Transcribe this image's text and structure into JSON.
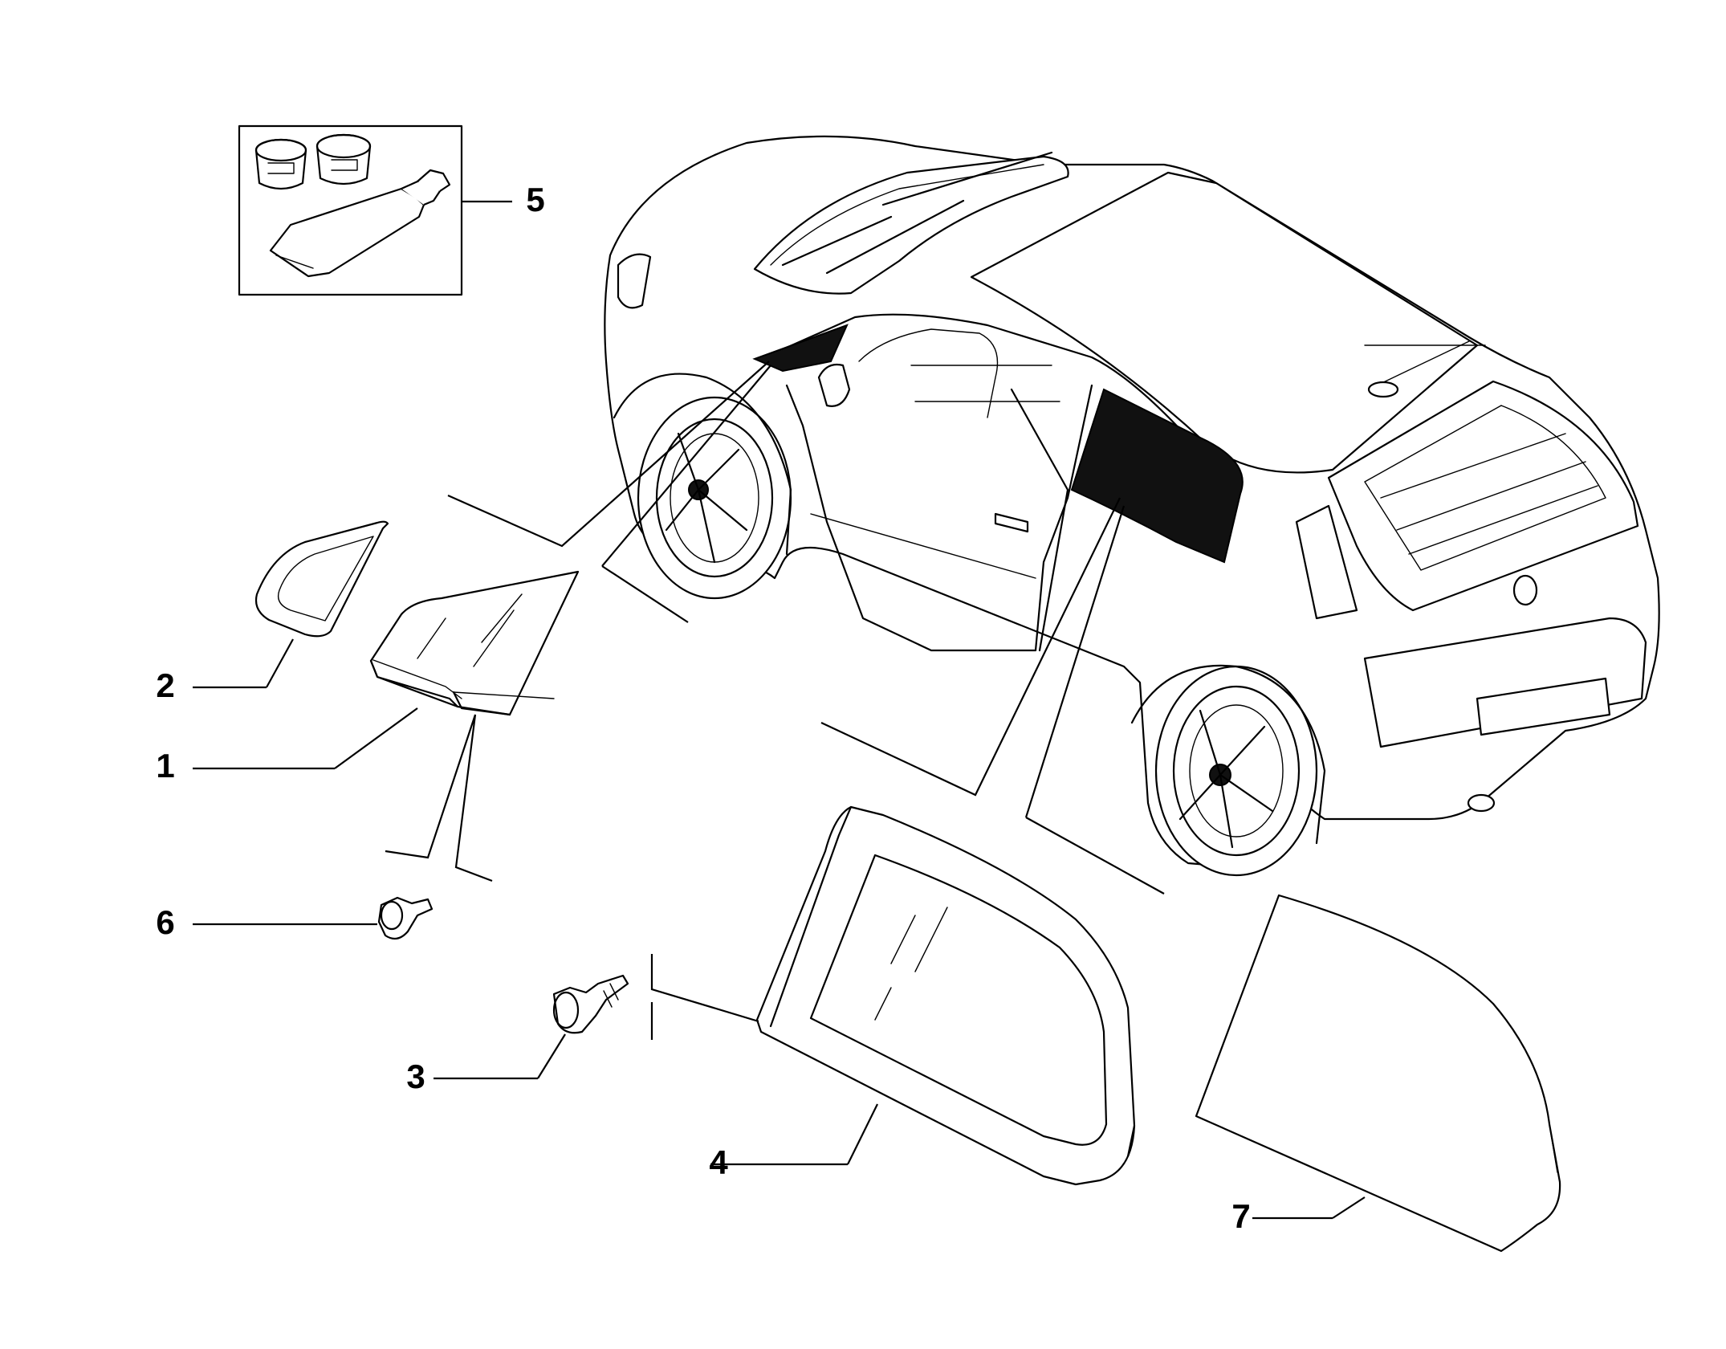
{
  "callouts": [
    {
      "id": "1",
      "label": "1"
    },
    {
      "id": "2",
      "label": "2"
    },
    {
      "id": "3",
      "label": "3"
    },
    {
      "id": "4",
      "label": "4"
    },
    {
      "id": "5",
      "label": "5"
    },
    {
      "id": "6",
      "label": "6"
    },
    {
      "id": "7",
      "label": "7"
    }
  ],
  "colors": {
    "line": "#000000",
    "background": "#ffffff",
    "glass_highlight": "#111111"
  }
}
